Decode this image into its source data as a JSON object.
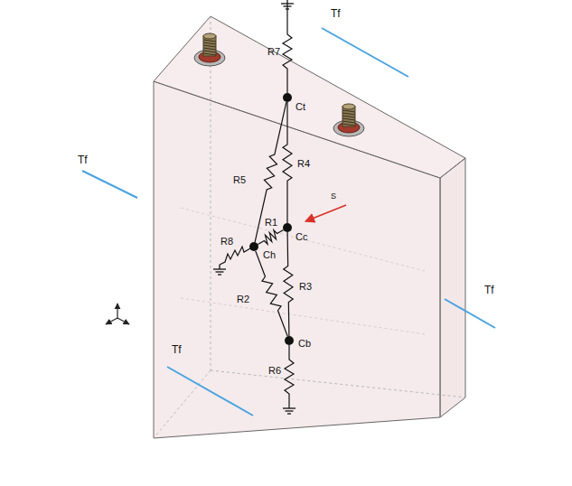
{
  "diagram": {
    "nodes": [
      {
        "text": [
          "Ct"
        ]
      },
      {
        "text": [
          "Cc"
        ]
      },
      {
        "text": [
          "Ch"
        ]
      },
      {
        "text": [
          "Cb"
        ]
      }
    ],
    "edges": [
      {
        "from": 0,
        "to": 1,
        "label": "R4",
        "arrow": "none"
      },
      {
        "from": 0,
        "to": 2,
        "label": "R5",
        "arrow": "none"
      },
      {
        "from": 2,
        "to": 1,
        "label": "R1",
        "arrow": "none"
      },
      {
        "from": 1,
        "to": 3,
        "label": "R3",
        "arrow": "none"
      },
      {
        "from": 2,
        "to": 3,
        "label": "R2",
        "arrow": "none"
      }
    ],
    "labels": [
      "Tf",
      "R7",
      "Tf",
      "S",
      "R8",
      "Tf",
      "R6",
      "Tf"
    ]
  }
}
